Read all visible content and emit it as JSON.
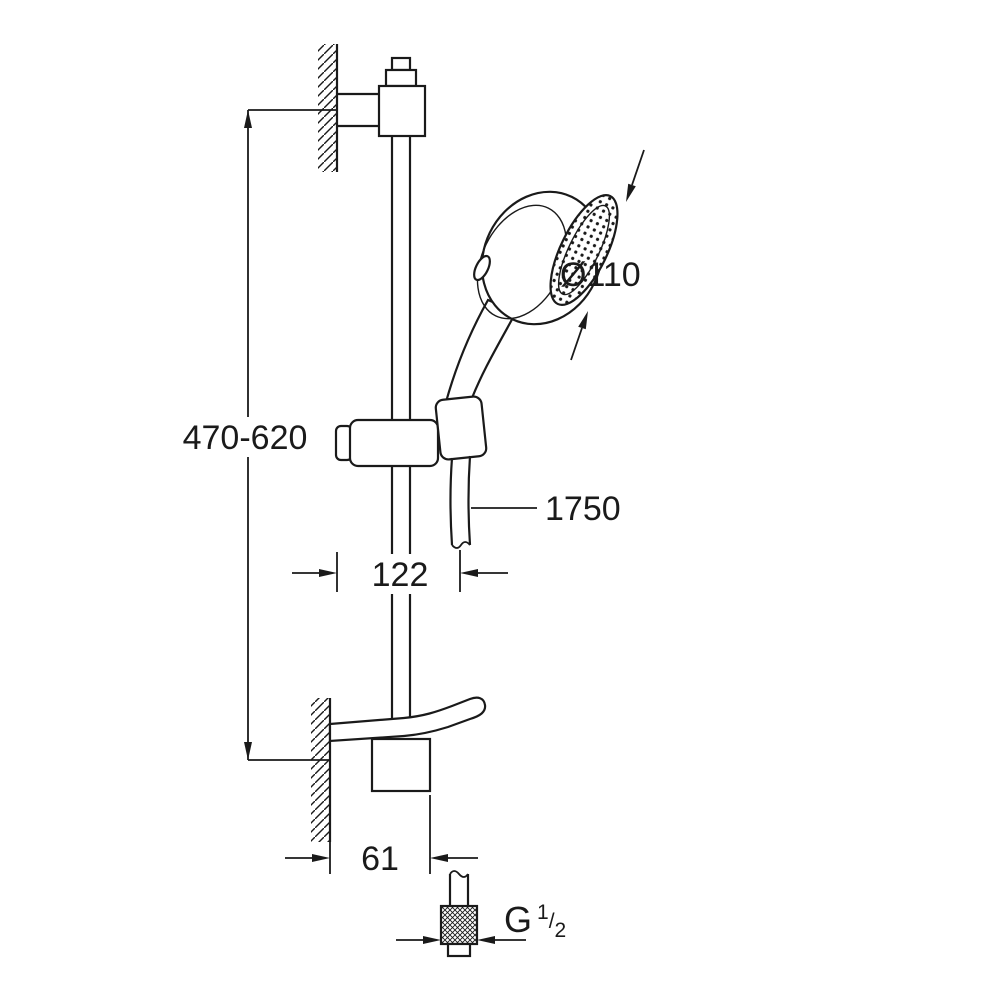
{
  "drawing": {
    "title": "shower-rail-set-dimension-drawing",
    "ink_color": "#1a1a1a",
    "background_color": "#ffffff",
    "labels": {
      "height_range": "470-620",
      "head_diameter": "Ø110",
      "hose_length": "1750",
      "projection": "122",
      "wall_offset": "61",
      "thread_g": "G",
      "thread_num": "1",
      "thread_slash": "/",
      "thread_den": "2"
    }
  }
}
